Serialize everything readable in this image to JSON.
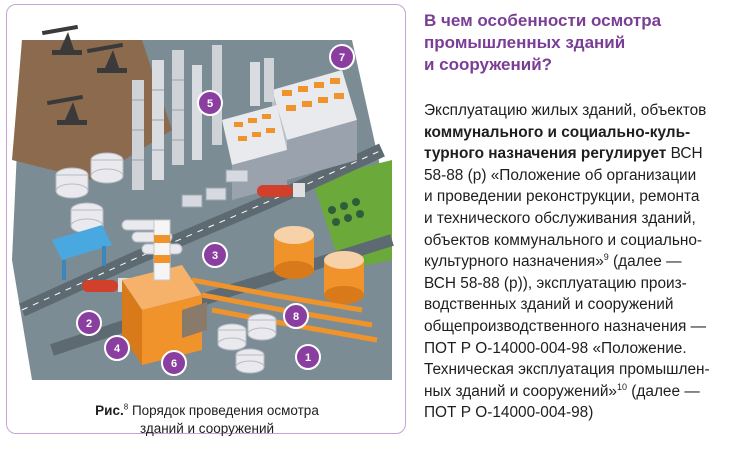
{
  "figure": {
    "markers": [
      "1",
      "2",
      "3",
      "4",
      "5",
      "6",
      "7",
      "8"
    ],
    "caption": {
      "label": "Рис.",
      "number": "8",
      "line1": "Порядок проведения осмотра",
      "line2": "зданий и сооружений"
    }
  },
  "article": {
    "heading": [
      "В чем особенности осмотра",
      "промышленных зданий",
      "и сооружений?"
    ],
    "p": {
      "l1": "Эксплуатацию жилых зданий, объектов",
      "l2": "коммунального и социально-куль-",
      "l3b": "турного назначения регулирует",
      "l3": " ВСН",
      "l4": "58-88 (р) «Положение об организации",
      "l5": "и проведении реконструкции, ремонта",
      "l6": "и технического обслуживания зданий,",
      "l7": "объектов коммунального и социально-",
      "l8a": "культурного назначения»",
      "l8sup": "9",
      "l8b": " (далее —",
      "l9": "ВСН 58-88 (р)), эксплуатацию произ-",
      "l10": "водственных зданий и сооружений",
      "l11": "общепроизводственного назначения —",
      "l12": "ПОТ Р О-14000-004-98 «Положение.",
      "l13": "Техническая эксплуатация промышлен-",
      "l14a": "ных зданий и сооружений»",
      "l14sup": "10",
      "l14b": " (далее —",
      "l15": "ПОТ Р О-14000-004-98)"
    }
  },
  "colors": {
    "accent": "#7a3e97",
    "marker": "#8a3fa0",
    "frame": "#c9a3d6",
    "ground": "#7c8c95",
    "grass": "#6aa93a",
    "soil": "#8b6a4e",
    "pipe": "#f0932b",
    "tank": "#e9e9ee"
  },
  "icons": [
    "oil-pump-icon",
    "distillation-column-icon",
    "storage-tank-icon",
    "tanker-truck-icon",
    "boiler-house-icon",
    "gas-station-icon"
  ]
}
